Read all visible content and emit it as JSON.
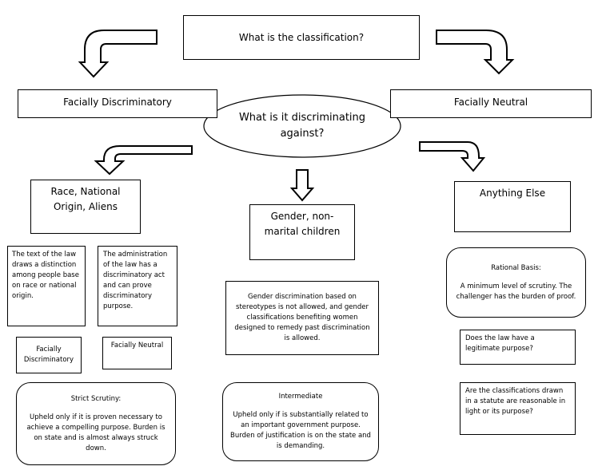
{
  "question_classification": "What is the classification?",
  "facially_discriminatory": "Facially Discriminatory",
  "facially_neutral": "Facially Neutral",
  "question_discriminating": "What is it discriminating against?",
  "race_box": "Race, National Origin, Aliens",
  "gender_box": "Gender, non-marital children",
  "anything_else": "Anything Else",
  "text_of_law": "The text of the law draws a distinction among people base on race or national origin.",
  "administration": "The administration of the law has a discriminatory act and can prove discriminatory purpose.",
  "sub_facially_discriminatory": "Facially Discriminatory",
  "sub_facially_neutral": "Facially Neutral",
  "strict_title": "Strict Scrutiny:",
  "strict_body": "Upheld only if it is proven necessary to achieve a compelling purpose. Burden is on state and is almost always struck down.",
  "gender_desc": "Gender discrimination based on stereotypes is not allowed, and gender classifications benefiting women designed to remedy past discrimination is allowed.",
  "intermediate_title": "Intermediate",
  "intermediate_body": "Upheld only if is substantially related to an important government purpose. Burden of justification is on the state and is demanding.",
  "rational_title": "Rational Basis:",
  "rational_body": "A minimum level of scrutiny. The challenger has the burden of proof.",
  "legitimate_purpose": "Does the law have a legitimate purpose?",
  "classifications_reasonable": "Are the classifications drawn in a statute are reasonable in light or its purpose?"
}
